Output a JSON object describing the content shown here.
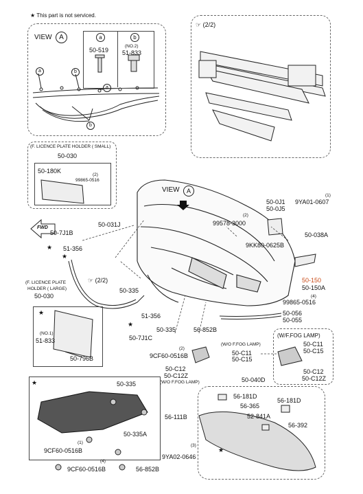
{
  "note": "This part is not serviced.",
  "top_left": {
    "view_label": "VIEW",
    "view_letter": "A",
    "col_a": "a",
    "col_b": "b",
    "col_b_sub": "(NO.2)",
    "part_a": "50-519",
    "part_b": "51-833",
    "callout_a": "a",
    "callout_b": "b"
  },
  "top_right": {
    "page_ref": "(2/2)"
  },
  "plate_small": {
    "title": "(F. LICENCE PLATE HOLDER ( SMALL)",
    "assembly": "50-030",
    "bracket": "50-180K",
    "qty": "(2)",
    "screw": "99865-0516"
  },
  "main": {
    "view_label": "VIEW",
    "view_letter": "A",
    "fwd": "FWD",
    "labels": {
      "p50_031J": "50-031J",
      "p50_7J1B": "50-7J1B",
      "p51_356a": "51-356",
      "p99578": "99578-3000",
      "p99578_qty": "(2)",
      "p50_0J1": "50-0J1",
      "p50_0J5": "50-0J5",
      "p9YA01": "9YA01-0607",
      "p9YA01_qty": "(1)",
      "p9KK80": "9KK80-0625B",
      "p50_038A": "50-038A",
      "p50_150": "50-150",
      "p50_150A": "50-150A",
      "p99865_qty": "(4)",
      "p99865": "99865-0516",
      "ref22": "(2/2)",
      "p50_335": "50-335",
      "p51_356b": "51-356",
      "p50_7J1C": "50-7J1C",
      "p50_335b": "50-335",
      "p56_852B": "56-852B",
      "p9CF60_qty": "(2)",
      "p9CF60": "9CF60-0516B",
      "wo_fog": "(W/O F.FOG LAMP)",
      "p50_C11": "50-C11",
      "p50_C15": "50-C15",
      "p50_C12": "50-C12",
      "p50_C12Z": "50-C12Z",
      "wo_fog2": "(W/O F.FOG LAMP)",
      "p50_056": "50-056",
      "p50_055": "50-055",
      "plate_large1": "(F. LICENCE PLATE",
      "plate_large2": "HOLDER ( LARGE)",
      "plate_large3": "50-030"
    }
  },
  "fog_box": {
    "title": "(W/F.FOG LAMP)",
    "p1": "50-C11",
    "p2": "50-C15",
    "p3": "50-C12",
    "p4": "50-C12Z"
  },
  "plate_large": {
    "no1": "(NO.1)",
    "p51_833": "51-833",
    "p50_796B": "50-796B"
  },
  "under": {
    "p50_335": "50-335",
    "p56_111B": "56-111B",
    "p50_335A": "50-335A",
    "qty1": "(1)",
    "p9CF60a": "9CF60-0516B",
    "qty4": "(4)",
    "p9CF60b": "9CF60-0516B",
    "p56_852B": "56-852B",
    "qty3": "(3)",
    "p9YA02": "9YA02-0646"
  },
  "spoiler": {
    "p50_040D": "50-040D",
    "p56_181D": "56-181D",
    "p56_365": "56-365",
    "p56_181D_b": "56-181D",
    "p52_841A": "52-841A",
    "p56_392": "56-392"
  },
  "colors": {
    "highlight": "#c84a16",
    "line": "#222222",
    "dash": "#666666"
  }
}
